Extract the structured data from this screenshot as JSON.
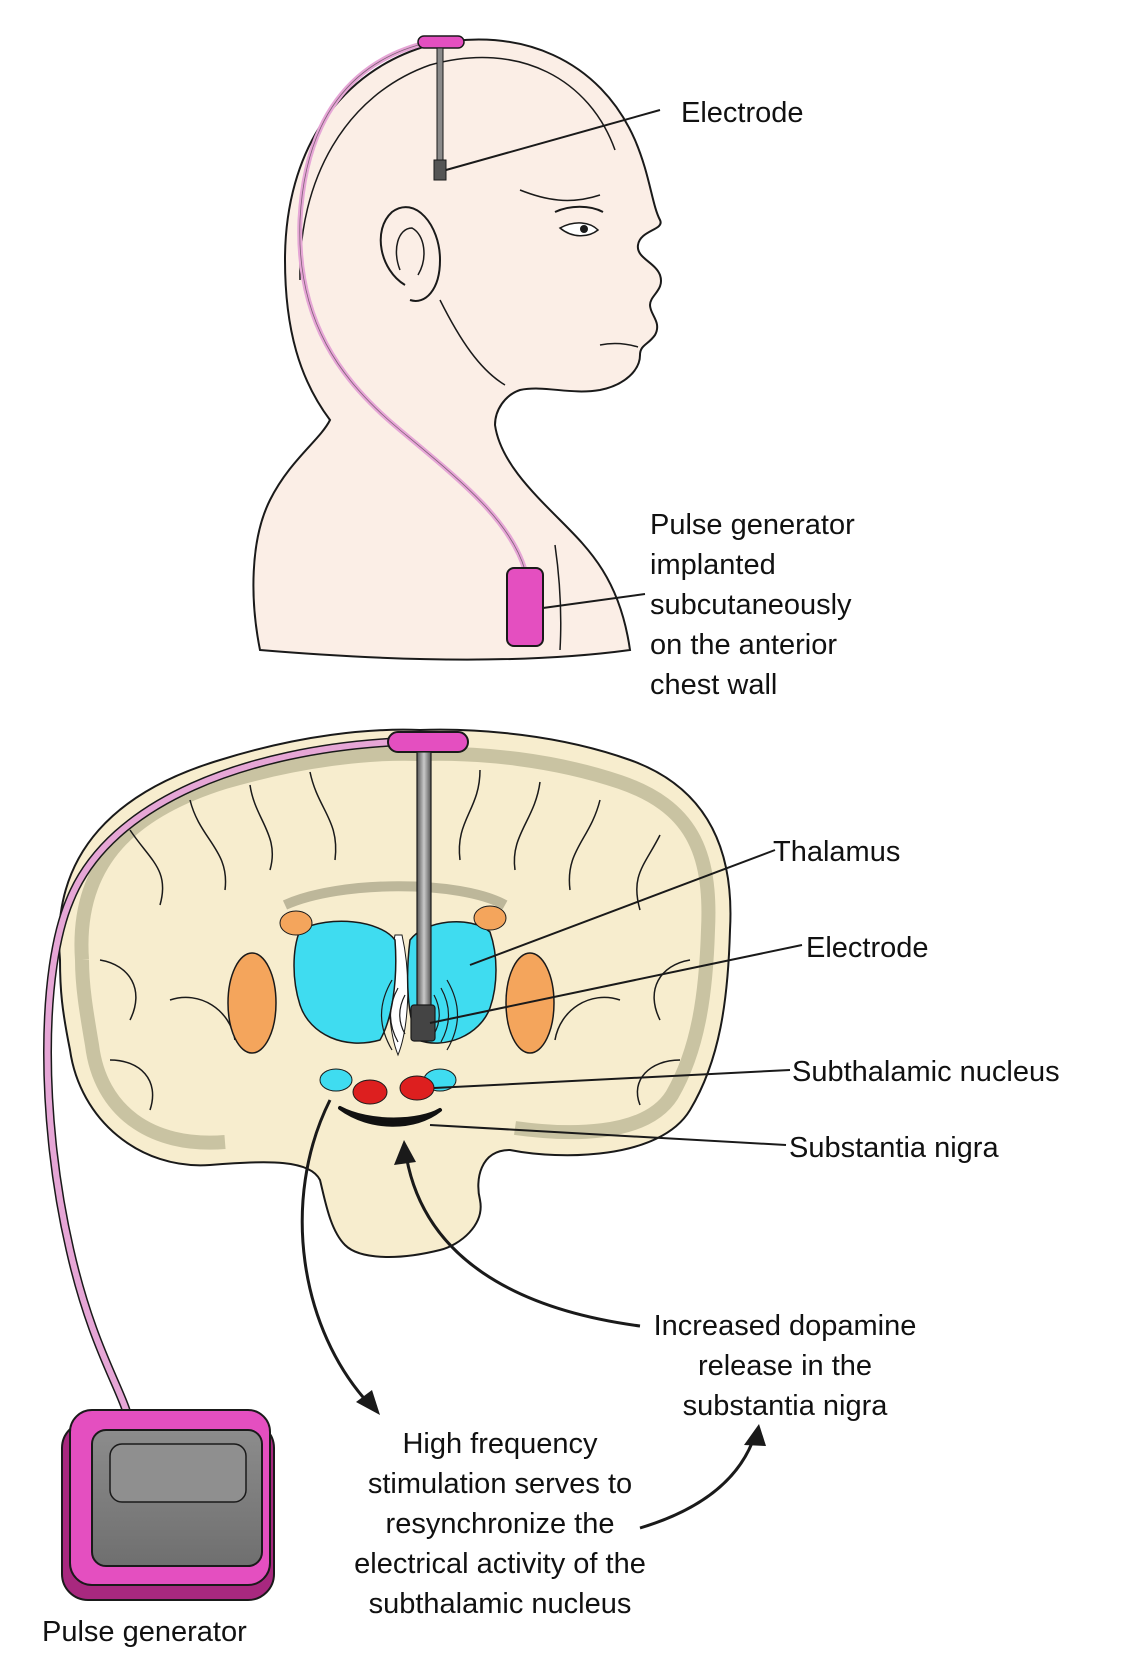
{
  "labels": {
    "electrode_top": "Electrode",
    "pulse_generator_chest": [
      "Pulse generator",
      "implanted",
      "subcutaneously",
      "on the anterior",
      "chest wall"
    ],
    "thalamus": "Thalamus",
    "electrode_brain": "Electrode",
    "subthalamic_nucleus": "Subthalamic nucleus",
    "substantia_nigra": "Substantia nigra",
    "dopamine_release": [
      "Increased dopamine",
      "release in the",
      "substantia nigra"
    ],
    "stimulation": [
      "High frequency",
      "stimulation serves to",
      "resynchronize the",
      "electrical activity of the",
      "subthalamic nucleus"
    ],
    "pulse_generator_device": "Pulse generator"
  },
  "colors": {
    "skin": "#fbeee6",
    "outline": "#1a1a1a",
    "lead_wire": "#e6a6d6",
    "device_magenta": "#e44fc0",
    "device_dark_magenta": "#a8287f",
    "device_face": "#7a7a7a",
    "brain_fill": "#f7edce",
    "cortex_band": "#c9c3a2",
    "thalamus": "#3fdcf0",
    "putamen": "#f4a55c",
    "subthalamic_nucleus": "#dd1f1f",
    "substantia_nigra": "#111111",
    "electrode_shaft": "#8a8a8a"
  }
}
